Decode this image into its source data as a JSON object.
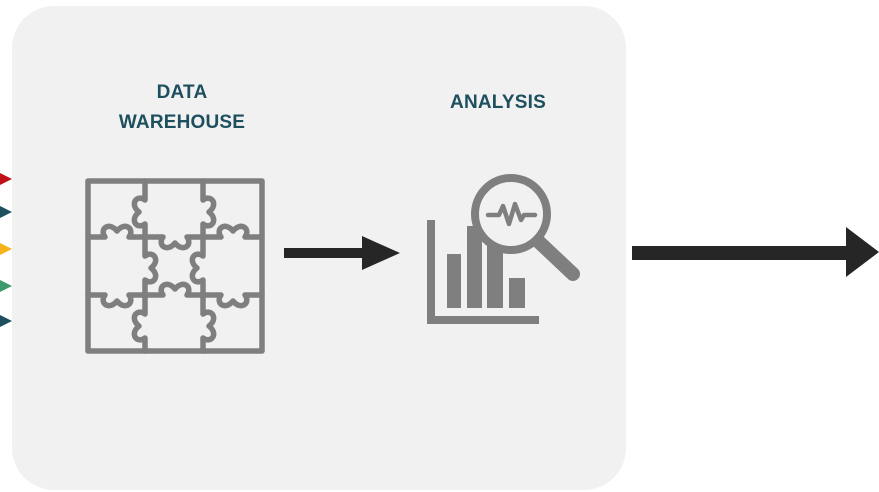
{
  "diagram": {
    "stages": [
      {
        "id": "data-warehouse",
        "label_lines": [
          "DATA",
          "WAREHOUSE"
        ],
        "icon": "puzzle-grid-icon"
      },
      {
        "id": "analysis",
        "label": "ANALYSIS",
        "icon": "chart-magnifier-icon"
      }
    ],
    "incoming_arrow_colors": [
      "#c0111b",
      "#1d4f5f",
      "#f5b21a",
      "#3e9a6a",
      "#1d4f5f"
    ],
    "colors": {
      "panel": "#f1f1f1",
      "label": "#1d4f5f",
      "icon": "#7f7f7f",
      "arrow": "#262626"
    }
  }
}
